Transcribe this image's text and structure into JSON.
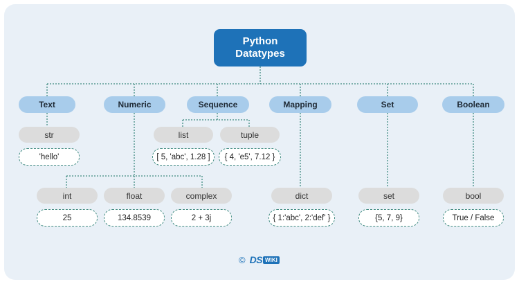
{
  "diagram": {
    "root": {
      "line1": "Python",
      "line2": "Datatypes"
    },
    "categories": {
      "text": "Text",
      "numeric": "Numeric",
      "sequence": "Sequence",
      "mapping": "Mapping",
      "set": "Set",
      "boolean": "Boolean"
    },
    "types": {
      "str": "str",
      "list": "list",
      "tuple": "tuple",
      "int": "int",
      "float": "float",
      "complex": "complex",
      "dict": "dict",
      "set": "set",
      "bool": "bool"
    },
    "examples": {
      "str": "'hello'",
      "list": "[ 5, 'abc', 1.28 ]",
      "tuple": "{ 4, 'e5', 7.12 }",
      "int": "25",
      "float": "134.8539",
      "complex": "2 + 3j",
      "dict": "{ 1:'abc', 2:'def' }",
      "set": "{5, 7, 9}",
      "bool": "True / False"
    },
    "colors": {
      "root": "#1e72b8",
      "category": "#a8cceb",
      "type": "#dcdcdc",
      "connector": "#3f8a80",
      "background": "#e9f0f7"
    }
  },
  "footer": {
    "copyright": "©",
    "logo_main": "DS",
    "logo_sub": "WIKI"
  }
}
